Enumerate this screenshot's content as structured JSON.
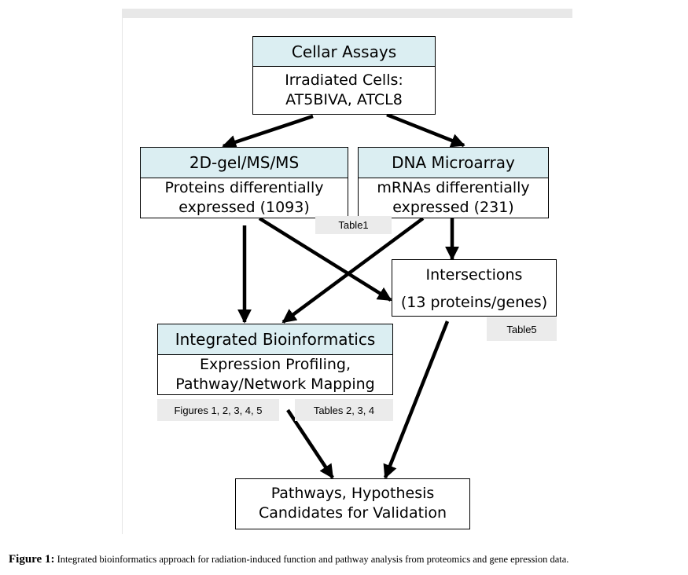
{
  "boxes": {
    "cellular": {
      "title": "Cellar Assays",
      "lines": [
        "Irradiated Cells:",
        "AT5BIVA, ATCL8"
      ]
    },
    "gel": {
      "title": "2D-gel/MS/MS",
      "lines": [
        "Proteins differentially",
        "expressed (1093)"
      ]
    },
    "microarray": {
      "title": "DNA Microarray",
      "lines": [
        "mRNAs differentially",
        "expressed (231)"
      ]
    },
    "intersections": {
      "title": "Intersections",
      "lines": [
        "(13 proteins/genes)"
      ]
    },
    "bioinformatics": {
      "title": "Integrated Bioinformatics",
      "lines": [
        "Expression Profiling,",
        "Pathway/Network Mapping"
      ]
    },
    "pathways": {
      "lines": [
        "Pathways, Hypothesis",
        "Candidates for Validation"
      ]
    }
  },
  "tags": {
    "table1": "Table1",
    "table5": "Table5",
    "figures": "Figures 1, 2, 3, 4, 5",
    "tables": "Tables 2, 3, 4"
  },
  "caption": {
    "label": "Figure 1:",
    "text": "Integrated bioinformatics approach for radiation-induced function and pathway analysis from proteomics and gene epression data."
  }
}
